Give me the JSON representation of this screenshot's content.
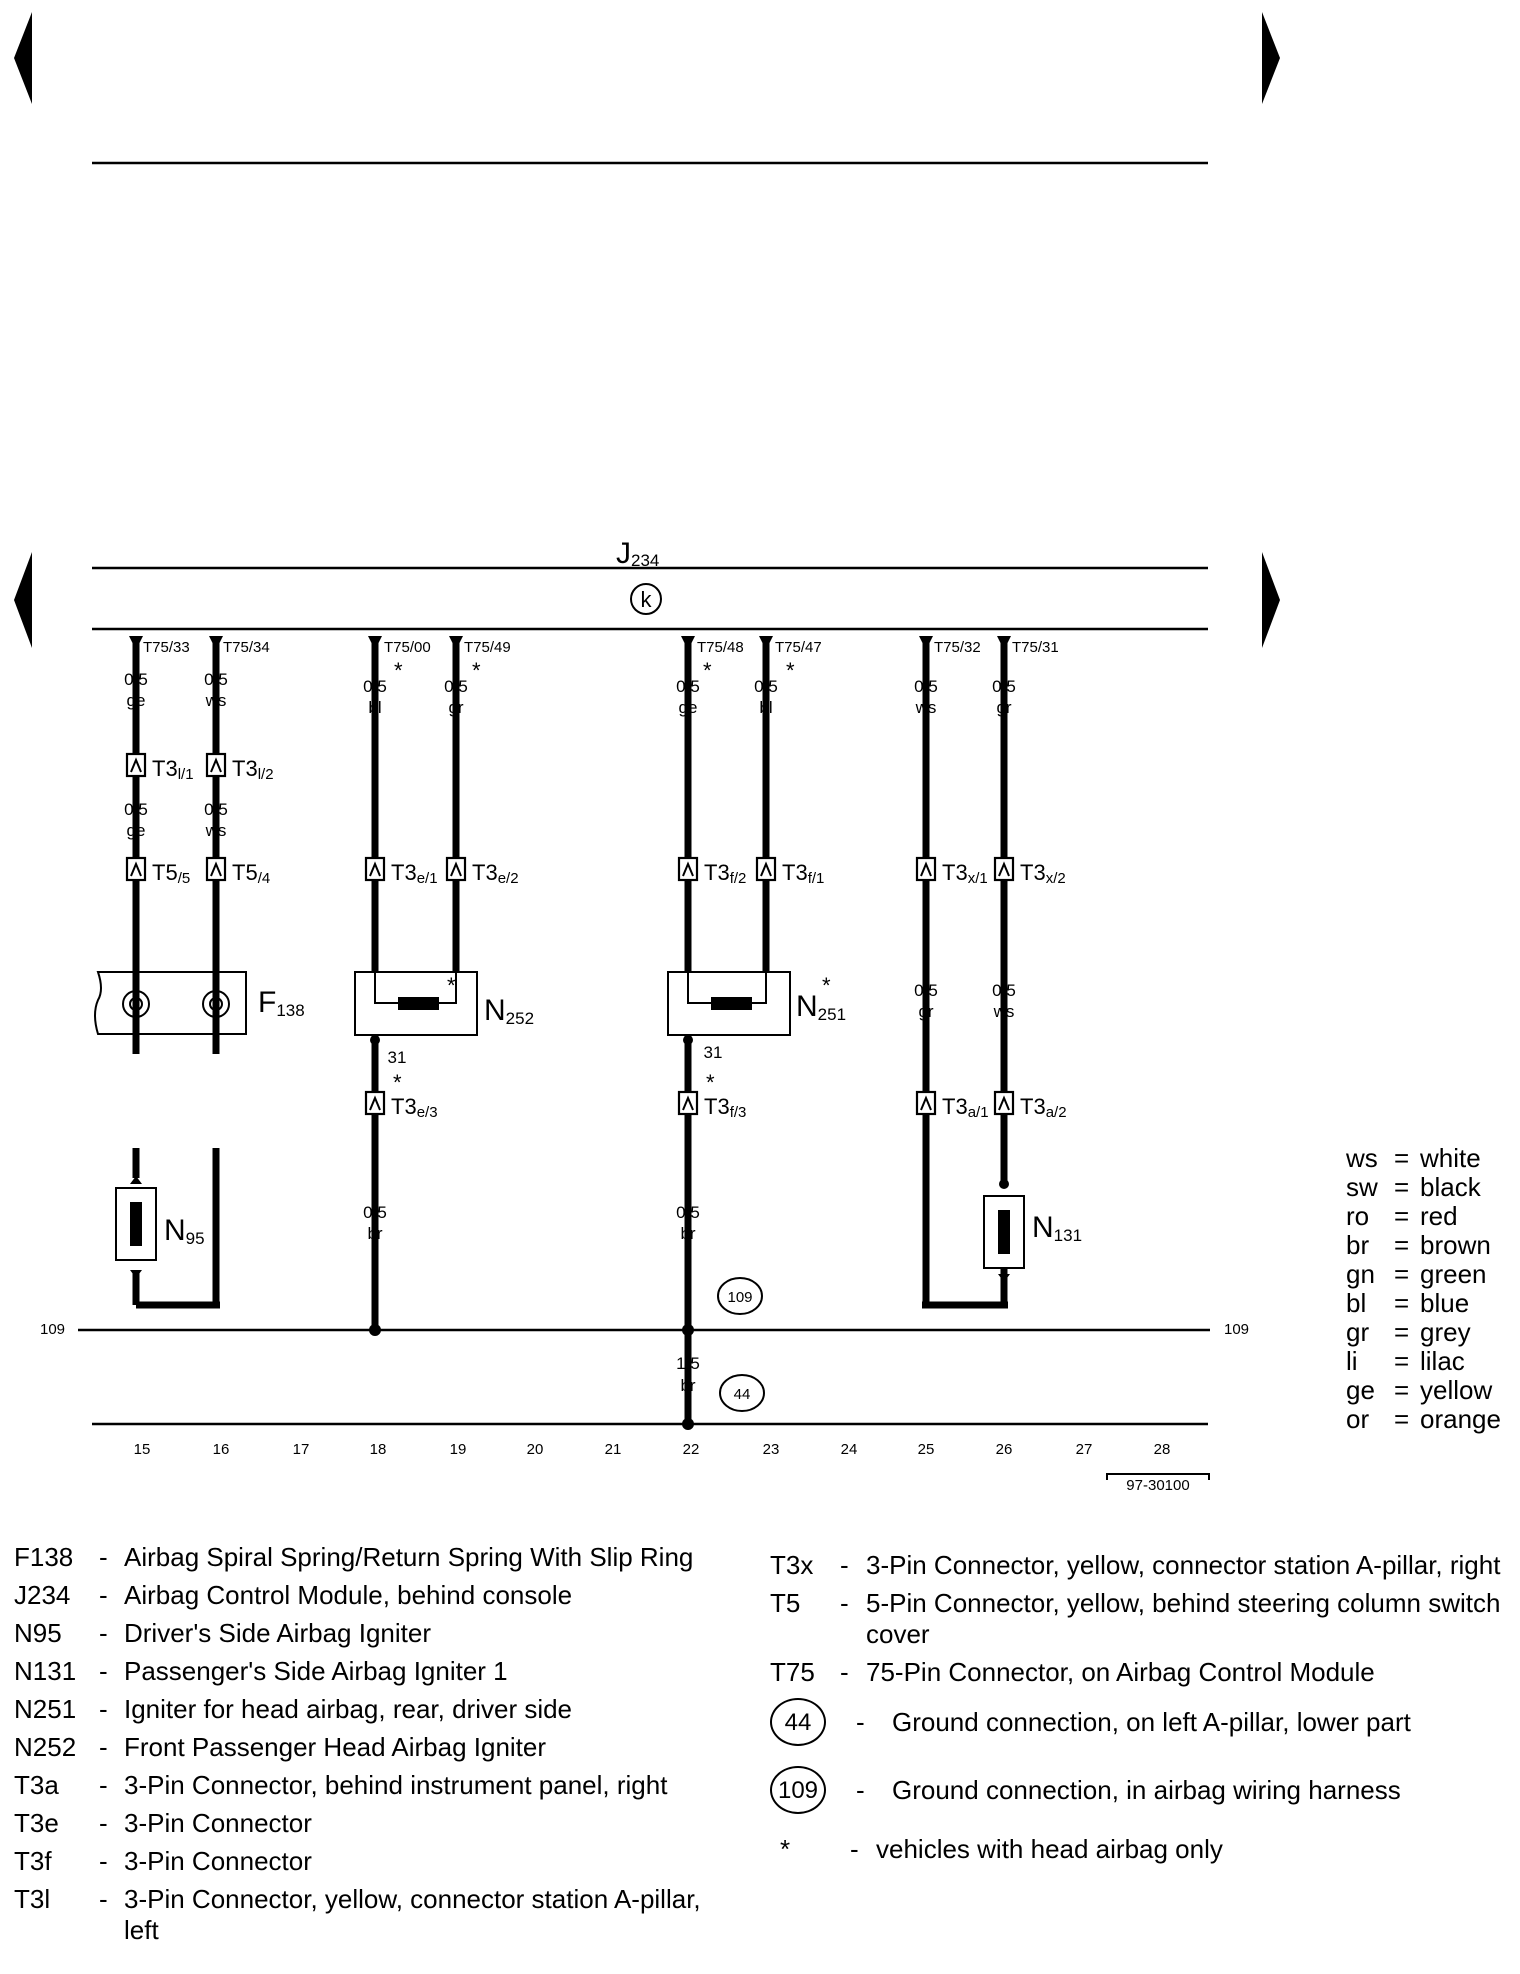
{
  "diagram": {
    "control_module": {
      "name": "J",
      "sub": "234",
      "badge": "k"
    },
    "module_pins": [
      "T75/33",
      "T75/34",
      "T75/00",
      "T75/49",
      "T75/48",
      "T75/47",
      "T75/32",
      "T75/31"
    ],
    "wires": {
      "w1": [
        "0,5",
        "ge"
      ],
      "w2": [
        "0,5",
        "ws"
      ],
      "w3": [
        "0,5",
        "bl"
      ],
      "w4": [
        "0,5",
        "gr"
      ],
      "w5": [
        "0,5",
        "ge"
      ],
      "w6": [
        "0,5",
        "bl"
      ],
      "w7": [
        "0,5",
        "ws"
      ],
      "w8": [
        "0,5",
        "gr"
      ],
      "w1b": [
        "0,5",
        "ge"
      ],
      "w2b": [
        "0,5",
        "ws"
      ],
      "w7b": [
        "0,5",
        "gr"
      ],
      "w8b": [
        "0,5",
        "ws"
      ],
      "g1": [
        "0,5",
        "br"
      ],
      "g2": [
        "0,5",
        "br"
      ],
      "g3": [
        "1,5",
        "br"
      ]
    },
    "connectors": {
      "c1": [
        "T3",
        "l/1"
      ],
      "c2": [
        "T3",
        "l/2"
      ],
      "c3": [
        "T5",
        "/5"
      ],
      "c4": [
        "T5",
        "/4"
      ],
      "c5": [
        "T3",
        "e/1"
      ],
      "c6": [
        "T3",
        "e/2"
      ],
      "c7": [
        "T3",
        "f/2"
      ],
      "c8": [
        "T3",
        "f/1"
      ],
      "c9": [
        "T3",
        "x/1"
      ],
      "c10": [
        "T3",
        "x/2"
      ],
      "c11": [
        "T3",
        "e/3"
      ],
      "c12": [
        "T3",
        "f/3"
      ],
      "c13": [
        "T3",
        "a/1"
      ],
      "c14": [
        "T3",
        "a/2"
      ]
    },
    "components": {
      "F138": [
        "F",
        "138"
      ],
      "N252": [
        "N",
        "252"
      ],
      "N251": [
        "N",
        "251"
      ],
      "N95": [
        "N",
        "95"
      ],
      "N131": [
        "N",
        "131"
      ]
    },
    "star": "*",
    "ground_wire_number": "31",
    "ground_bus_label": "109",
    "ground_points": [
      "109",
      "44"
    ],
    "columns": [
      "15",
      "16",
      "17",
      "18",
      "19",
      "20",
      "21",
      "22",
      "23",
      "24",
      "25",
      "26",
      "27",
      "28"
    ],
    "ref_code": "97-30100"
  },
  "color_key": [
    {
      "abbr": "ws",
      "name": "white"
    },
    {
      "abbr": "sw",
      "name": "black"
    },
    {
      "abbr": "ro",
      "name": "red"
    },
    {
      "abbr": "br",
      "name": "brown"
    },
    {
      "abbr": "gn",
      "name": "green"
    },
    {
      "abbr": "bl",
      "name": "blue"
    },
    {
      "abbr": "gr",
      "name": "grey"
    },
    {
      "abbr": "li",
      "name": "lilac"
    },
    {
      "abbr": "ge",
      "name": "yellow"
    },
    {
      "abbr": "or",
      "name": "orange"
    }
  ],
  "legend_left": [
    {
      "code": "F138",
      "desc": "Airbag Spiral Spring/Return Spring With Slip Ring"
    },
    {
      "code": "J234",
      "desc": "Airbag Control Module, behind console"
    },
    {
      "code": "N95",
      "desc": "Driver's Side Airbag Igniter"
    },
    {
      "code": "N131",
      "desc": "Passenger's Side Airbag Igniter 1"
    },
    {
      "code": "N251",
      "desc": "Igniter for head airbag, rear, driver side"
    },
    {
      "code": "N252",
      "desc": "Front Passenger Head Airbag Igniter"
    },
    {
      "code": "T3a",
      "desc": "3-Pin Connector, behind instrument panel, right"
    },
    {
      "code": "T3e",
      "desc": "3-Pin Connector"
    },
    {
      "code": "T3f",
      "desc": "3-Pin Connector"
    },
    {
      "code": "T3l",
      "desc": "3-Pin Connector, yellow, connector station A-pillar, left"
    }
  ],
  "legend_right": [
    {
      "code": "T3x",
      "desc": "3-Pin Connector, yellow, connector station A-pillar, right"
    },
    {
      "code": "T5",
      "desc": "5-Pin Connector, yellow, behind steering column switch cover"
    },
    {
      "code": "T75",
      "desc": "75-Pin Connector, on Airbag Control Module"
    }
  ],
  "legend_grounds": [
    {
      "code": "44",
      "desc": "Ground connection, on left A-pillar, lower part"
    },
    {
      "code": "109",
      "desc": "Ground connection, in airbag wiring harness"
    }
  ],
  "legend_note": {
    "code": "*",
    "desc": "vehicles with head airbag only"
  }
}
